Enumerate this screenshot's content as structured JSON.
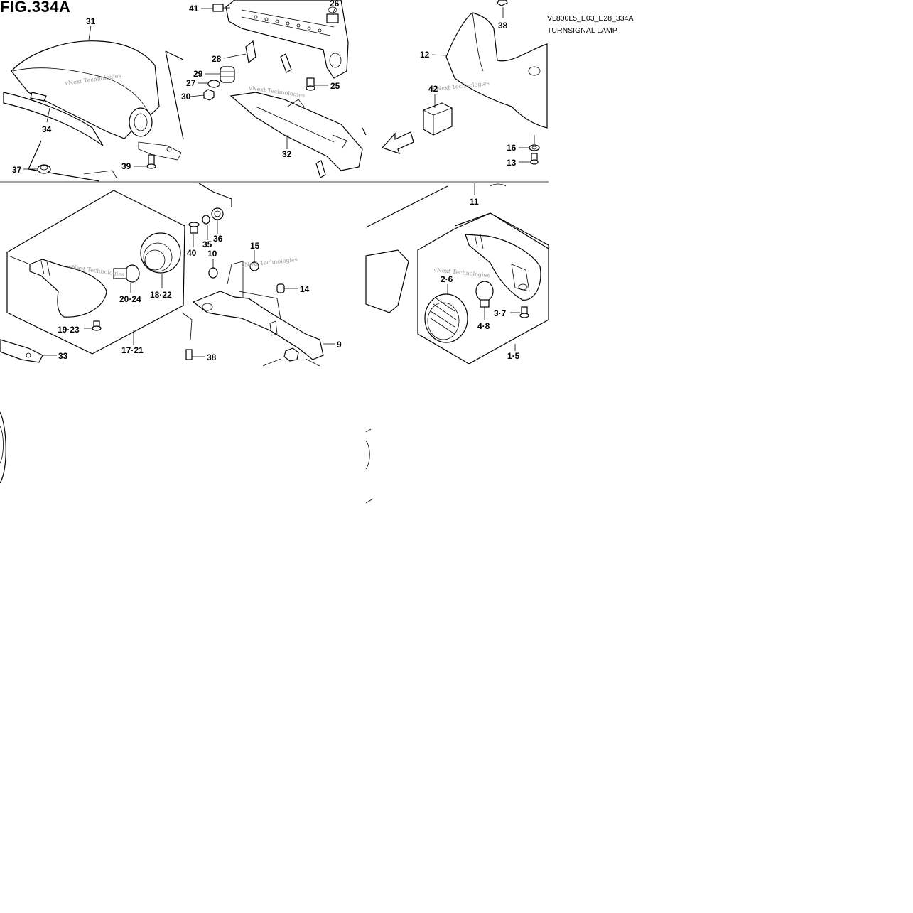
{
  "figure": {
    "title": "FIG.334A",
    "code": "VL800L5_E03_E28_334A",
    "name": "TURNSIGNAL LAMP",
    "watermark": "vNext Technologies",
    "fwd_label": "FWD"
  },
  "callouts": [
    {
      "id": "c41",
      "label": "41"
    },
    {
      "id": "c26",
      "label": "26"
    },
    {
      "id": "c31",
      "label": "31"
    },
    {
      "id": "c28",
      "label": "28"
    },
    {
      "id": "c29",
      "label": "29"
    },
    {
      "id": "c27",
      "label": "27"
    },
    {
      "id": "c30",
      "label": "30"
    },
    {
      "id": "c25",
      "label": "25"
    },
    {
      "id": "c34",
      "label": "34"
    },
    {
      "id": "c32",
      "label": "32"
    },
    {
      "id": "c37",
      "label": "37"
    },
    {
      "id": "c39",
      "label": "39"
    },
    {
      "id": "c38a",
      "label": "38"
    },
    {
      "id": "c12",
      "label": "12"
    },
    {
      "id": "c42",
      "label": "42"
    },
    {
      "id": "c16",
      "label": "16"
    },
    {
      "id": "c13",
      "label": "13"
    },
    {
      "id": "c11",
      "label": "11"
    },
    {
      "id": "c40",
      "label": "40"
    },
    {
      "id": "c35",
      "label": "35"
    },
    {
      "id": "c36",
      "label": "36"
    },
    {
      "id": "c10",
      "label": "10"
    },
    {
      "id": "c15",
      "label": "15"
    },
    {
      "id": "c14",
      "label": "14"
    },
    {
      "id": "c2024",
      "label": "20·24"
    },
    {
      "id": "c1822",
      "label": "18·22"
    },
    {
      "id": "c1923",
      "label": "19·23"
    },
    {
      "id": "c1721",
      "label": "17·21"
    },
    {
      "id": "c33",
      "label": "33"
    },
    {
      "id": "c9",
      "label": "9"
    },
    {
      "id": "c38b",
      "label": "38"
    },
    {
      "id": "c26b",
      "label": "2·6"
    },
    {
      "id": "c37b",
      "label": "3·7"
    },
    {
      "id": "c48",
      "label": "4·8"
    },
    {
      "id": "c15b",
      "label": "1·5"
    }
  ]
}
